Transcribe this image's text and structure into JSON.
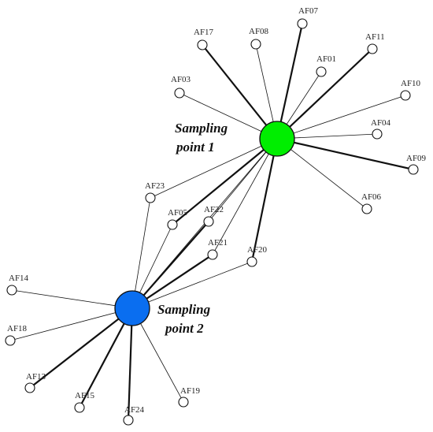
{
  "colors": {
    "hub1": "#00ee00",
    "hub2": "#0a6ef0",
    "edge": "#111111",
    "background": "#ffffff"
  },
  "hubs": [
    {
      "id": "hub1",
      "line1": "Sampling",
      "line2": "point 1"
    },
    {
      "id": "hub2",
      "line1": "Sampling",
      "line2": "point 2"
    }
  ],
  "nodes": [
    {
      "id": "AF07",
      "label": "AF07"
    },
    {
      "id": "AF17",
      "label": "AF17"
    },
    {
      "id": "AF08",
      "label": "AF08"
    },
    {
      "id": "AF11",
      "label": "AF11"
    },
    {
      "id": "AF01",
      "label": "AF01"
    },
    {
      "id": "AF03",
      "label": "AF03"
    },
    {
      "id": "AF10",
      "label": "AF10"
    },
    {
      "id": "AF04",
      "label": "AF04"
    },
    {
      "id": "AF09",
      "label": "AF09"
    },
    {
      "id": "AF06",
      "label": "AF06"
    },
    {
      "id": "AF23",
      "label": "AF23"
    },
    {
      "id": "AF05",
      "label": "AF05"
    },
    {
      "id": "AF22",
      "label": "AF22"
    },
    {
      "id": "AF21",
      "label": "AF21"
    },
    {
      "id": "AF20",
      "label": "AF20"
    },
    {
      "id": "AF14",
      "label": "AF14"
    },
    {
      "id": "AF18",
      "label": "AF18"
    },
    {
      "id": "AF13",
      "label": "AF13"
    },
    {
      "id": "AF15",
      "label": "AF15"
    },
    {
      "id": "AF24",
      "label": "AF24"
    },
    {
      "id": "AF19",
      "label": "AF19"
    }
  ],
  "edges": [
    {
      "from": "hub1",
      "to": "AF07",
      "weight": "heavy"
    },
    {
      "from": "hub1",
      "to": "AF17",
      "weight": "heavy"
    },
    {
      "from": "hub1",
      "to": "AF08",
      "weight": "light"
    },
    {
      "from": "hub1",
      "to": "AF11",
      "weight": "heavy"
    },
    {
      "from": "hub1",
      "to": "AF01",
      "weight": "light"
    },
    {
      "from": "hub1",
      "to": "AF03",
      "weight": "light"
    },
    {
      "from": "hub1",
      "to": "AF10",
      "weight": "light"
    },
    {
      "from": "hub1",
      "to": "AF04",
      "weight": "light"
    },
    {
      "from": "hub1",
      "to": "AF09",
      "weight": "heavy"
    },
    {
      "from": "hub1",
      "to": "AF06",
      "weight": "light"
    },
    {
      "from": "hub1",
      "to": "AF23",
      "weight": "light"
    },
    {
      "from": "hub1",
      "to": "AF05",
      "weight": "heavy"
    },
    {
      "from": "hub1",
      "to": "AF22",
      "weight": "light"
    },
    {
      "from": "hub1",
      "to": "AF21",
      "weight": "light"
    },
    {
      "from": "hub1",
      "to": "AF20",
      "weight": "heavy"
    },
    {
      "from": "hub1",
      "to": "hub2",
      "weight": "light"
    },
    {
      "from": "hub2",
      "to": "AF23",
      "weight": "light"
    },
    {
      "from": "hub2",
      "to": "AF05",
      "weight": "light"
    },
    {
      "from": "hub2",
      "to": "AF22",
      "weight": "heavy"
    },
    {
      "from": "hub2",
      "to": "AF21",
      "weight": "heavy"
    },
    {
      "from": "hub2",
      "to": "AF20",
      "weight": "light"
    },
    {
      "from": "hub2",
      "to": "AF14",
      "weight": "light"
    },
    {
      "from": "hub2",
      "to": "AF18",
      "weight": "light"
    },
    {
      "from": "hub2",
      "to": "AF13",
      "weight": "heavy"
    },
    {
      "from": "hub2",
      "to": "AF15",
      "weight": "heavy"
    },
    {
      "from": "hub2",
      "to": "AF24",
      "weight": "heavy"
    },
    {
      "from": "hub2",
      "to": "AF19",
      "weight": "light"
    }
  ]
}
